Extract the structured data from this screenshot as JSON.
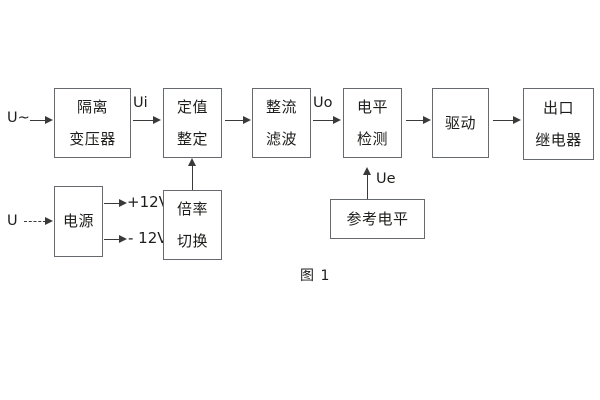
{
  "figure": {
    "caption": "图 1"
  },
  "blocks": {
    "isolation_transformer": {
      "line1": "隔离",
      "line2": "变压器"
    },
    "setting_value": {
      "line1": "定值",
      "line2": "整定"
    },
    "rectify_filter": {
      "line1": "整流",
      "line2": "滤波"
    },
    "level_detection": {
      "line1": "电平",
      "line2": "检测"
    },
    "drive": {
      "line1": "驱动"
    },
    "output_relay": {
      "line1": "出口",
      "line2": "继电器"
    },
    "power_supply": {
      "line1": "电源"
    },
    "multiplier_switch": {
      "line1": "倍率",
      "line2": "切换"
    },
    "reference_level": {
      "line1": "参考电平"
    }
  },
  "signals": {
    "input_ac": "U~",
    "input_dc": "U",
    "ui": "Ui",
    "uo": "Uo",
    "ue": "Ue",
    "rail_positive": "+12V",
    "rail_negative": "- 12V"
  },
  "colors": {
    "box_border": "#666a6e",
    "connector": "#3a3a38",
    "text": "#1d1d1b",
    "background": "#ffffff"
  }
}
